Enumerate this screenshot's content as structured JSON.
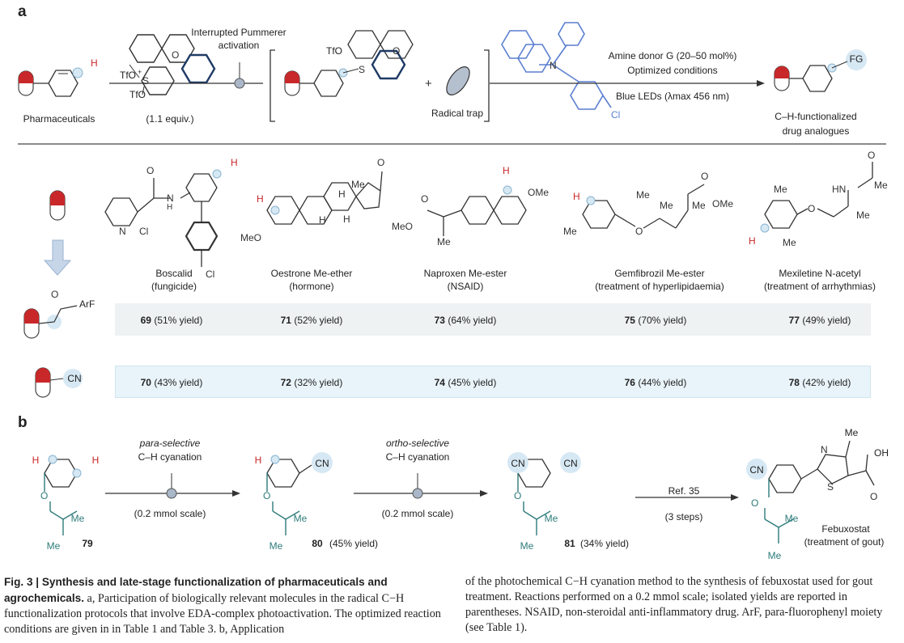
{
  "panel_a": {
    "label": "a",
    "reagent_label": "Pharmaceuticals",
    "reagent_equiv": "(1.1 equiv.)",
    "activation_line1": "Interrupted Pummerer",
    "activation_line2": "activation",
    "radical_trap": "Radical trap",
    "conditions_line1": "Amine donor G (20–50 mol%)",
    "conditions_line2": "Optimized conditions",
    "conditions_line3": "Blue LEDs (λmax 456 nm)",
    "product_line1": "C–H-functionalized",
    "product_line2": "drug analogues",
    "tfo": "TfO",
    "fg": "FG",
    "cl": "Cl"
  },
  "drugs": [
    {
      "name": "Boscalid",
      "use": "(fungicide)",
      "fa_id": "69",
      "fa_yield": "(51% yield)",
      "cn_id": "70",
      "cn_yield": "(43% yield)"
    },
    {
      "name": "Oestrone Me-ether",
      "use": "(hormone)",
      "fa_id": "71",
      "fa_yield": "(52% yield)",
      "cn_id": "72",
      "cn_yield": "(32% yield)"
    },
    {
      "name": "Naproxen Me-ester",
      "use": "(NSAID)",
      "fa_id": "73",
      "fa_yield": "(64% yield)",
      "cn_id": "74",
      "cn_yield": "(45% yield)"
    },
    {
      "name": "Gemfibrozil Me-ester",
      "use": "(treatment of hyperlipidaemia)",
      "fa_id": "75",
      "fa_yield": "(70% yield)",
      "cn_id": "76",
      "cn_yield": "(44% yield)"
    },
    {
      "name": "Mexiletine N-acetyl",
      "use": "(treatment of arrhythmias)",
      "fa_id": "77",
      "fa_yield": "(49% yield)",
      "cn_id": "78",
      "cn_yield": "(42% yield)"
    }
  ],
  "row_labels": {
    "arf": "ArF",
    "cn": "CN"
  },
  "panel_b": {
    "label": "b",
    "step1_line1": "para-selective",
    "step1_line2": "C–H cyanation",
    "step1_scale": "(0.2 mmol scale)",
    "step2_line1": "ortho-selective",
    "step2_line2": "C–H cyanation",
    "step2_scale": "(0.2 mmol scale)",
    "step3_line1": "Ref. 35",
    "step3_line2": "(3 steps)",
    "cmpd79": "79",
    "cmpd80": "80",
    "cmpd80_yield": "(45% yield)",
    "cmpd81": "81",
    "cmpd81_yield": "(34% yield)",
    "product_name": "Febuxostat",
    "product_use": "(treatment of gout)",
    "me": "Me",
    "cn": "CN",
    "h": "H",
    "oh": "OH"
  },
  "caption": {
    "head": "Fig. 3 | Synthesis and late-stage functionalization of pharmaceuticals and agrochemicals.",
    "col1_rest": "a, Participation of biologically relevant molecules in the radical C−H functionalization protocols that involve EDA-complex photoactivation. The optimized reaction conditions are given in in Table 1 and Table 3. b, Application",
    "col2": "of the photochemical C−H cyanation method to the synthesis of febuxostat used for gout treatment. Reactions performed on a 0.2 mmol scale; isolated yields are reported in parentheses. NSAID, non-steroidal anti-inflammatory drug. ArF, para-fluorophenyl moiety (see Table 1)."
  },
  "colors": {
    "accent_blue": "#5a7fd0",
    "structure_green": "#2e7b7a",
    "highlight_blue": "#d6e8f3",
    "pill_red": "#c9282a",
    "band_grey": "#eef2f3",
    "band_blue": "#e9f4fa"
  }
}
